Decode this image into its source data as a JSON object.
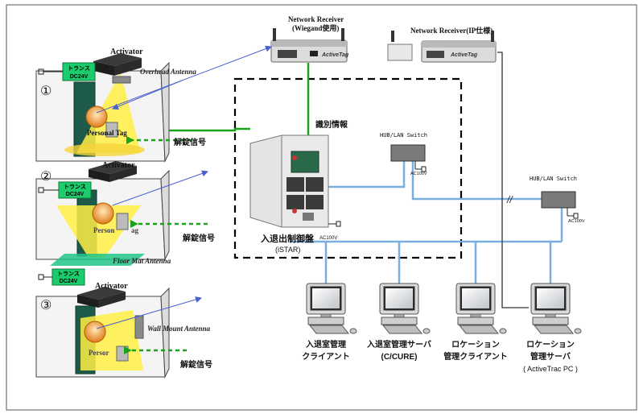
{
  "receivers": {
    "wiegand_label_1": "Network Receiver",
    "wiegand_label_2": "(Wiegand使用)",
    "ip_label": "Network Receiver(IP仕様)",
    "brand": "ActiveTag"
  },
  "doors": [
    {
      "number": "①",
      "activator": "Activator",
      "transformer_1": "トランス",
      "transformer_2": "DC24V",
      "antenna": "Overhead Antenna",
      "tag": "Personal Tag",
      "unlock": "解錠信号"
    },
    {
      "number": "②",
      "activator": "Activator",
      "transformer_1": "トランス",
      "transformer_2": "DC24V",
      "antenna": "Floor Mat Antenna",
      "tag": "Person",
      "tag_tail": "ag",
      "unlock": "解錠信号"
    },
    {
      "number": "③",
      "activator": "Activator",
      "transformer_1": "トランス",
      "transformer_2": "DC24V",
      "antenna": "Wall Mount Antenna",
      "tag": "Persor",
      "unlock": "解錠信号"
    }
  ],
  "id_info": "識別情報",
  "controller": {
    "label_1": "入退出制御盤",
    "label_2": "(iSTAR)",
    "power": "AC100V"
  },
  "hubs": [
    {
      "label": "HUB/LAN Switch",
      "power": "AC100V"
    },
    {
      "label": "HUB/LAN Switch",
      "power": "AC100V"
    }
  ],
  "break_mark": "//",
  "pcs": [
    {
      "label_1": "入退室管理",
      "label_2": "クライアント",
      "label_3": ""
    },
    {
      "label_1": "入退室管理サーバ",
      "label_2": "(C/CURE)",
      "label_3": ""
    },
    {
      "label_1": "ロケーション",
      "label_2": "管理クライアント",
      "label_3": ""
    },
    {
      "label_1": "ロケーション",
      "label_2": "管理サーバ",
      "label_3": "( ActiveTrac PC )"
    }
  ],
  "colors": {
    "green_line": "#1aa31a",
    "blue_line": "#7aaee0",
    "wall": "#f4f4f4",
    "door": "#1d5a4a",
    "beam": "#ffee44",
    "transformer": "#1ccc6c"
  }
}
